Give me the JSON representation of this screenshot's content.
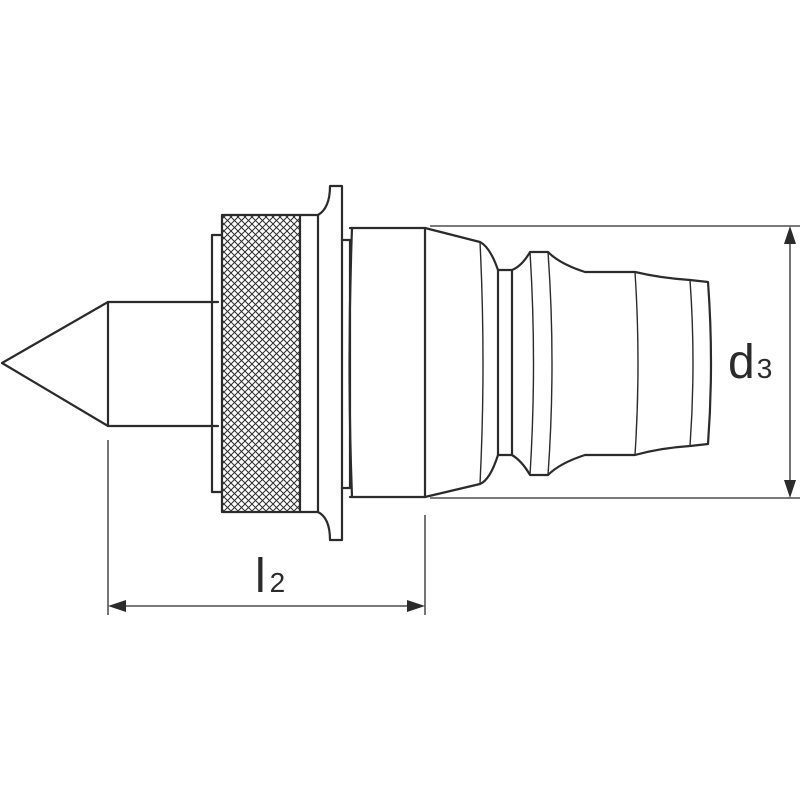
{
  "dimensions": {
    "d3": {
      "symbol": "d",
      "subscript": "3"
    },
    "l2": {
      "symbol": "l",
      "subscript": "2"
    }
  },
  "colors": {
    "line": "#2b2b2b",
    "background": "#ffffff"
  }
}
